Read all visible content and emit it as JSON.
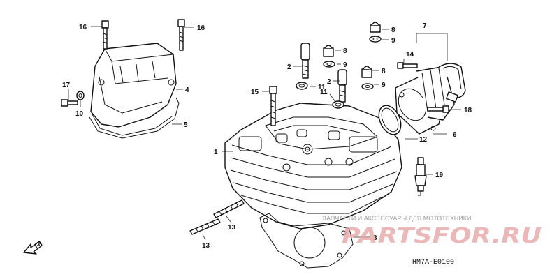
{
  "callouts": {
    "c1": "1",
    "c2a": "2",
    "c2b": "2",
    "c3": "3",
    "c4": "4",
    "c5": "5",
    "c6": "6",
    "c7": "7",
    "c8a": "8",
    "c8b": "8",
    "c8c": "8",
    "c9a": "9",
    "c9b": "9",
    "c9c": "9",
    "c10": "10",
    "c11a": "11",
    "c11b": "11",
    "c12": "12",
    "c13a": "13",
    "c13b": "13",
    "c14": "14",
    "c15": "15",
    "c16a": "16",
    "c16b": "16",
    "c17": "17",
    "c18": "18",
    "c19": "19"
  },
  "direction_label": "FR.",
  "diagram_code": "HM7A-E0100",
  "watermark": {
    "tagline": "ЗАПЧАСТИ И АКСЕССУАРЫ ДЛЯ МОТОТЕХНИКИ",
    "logo": "PARTSFOR.RU"
  }
}
